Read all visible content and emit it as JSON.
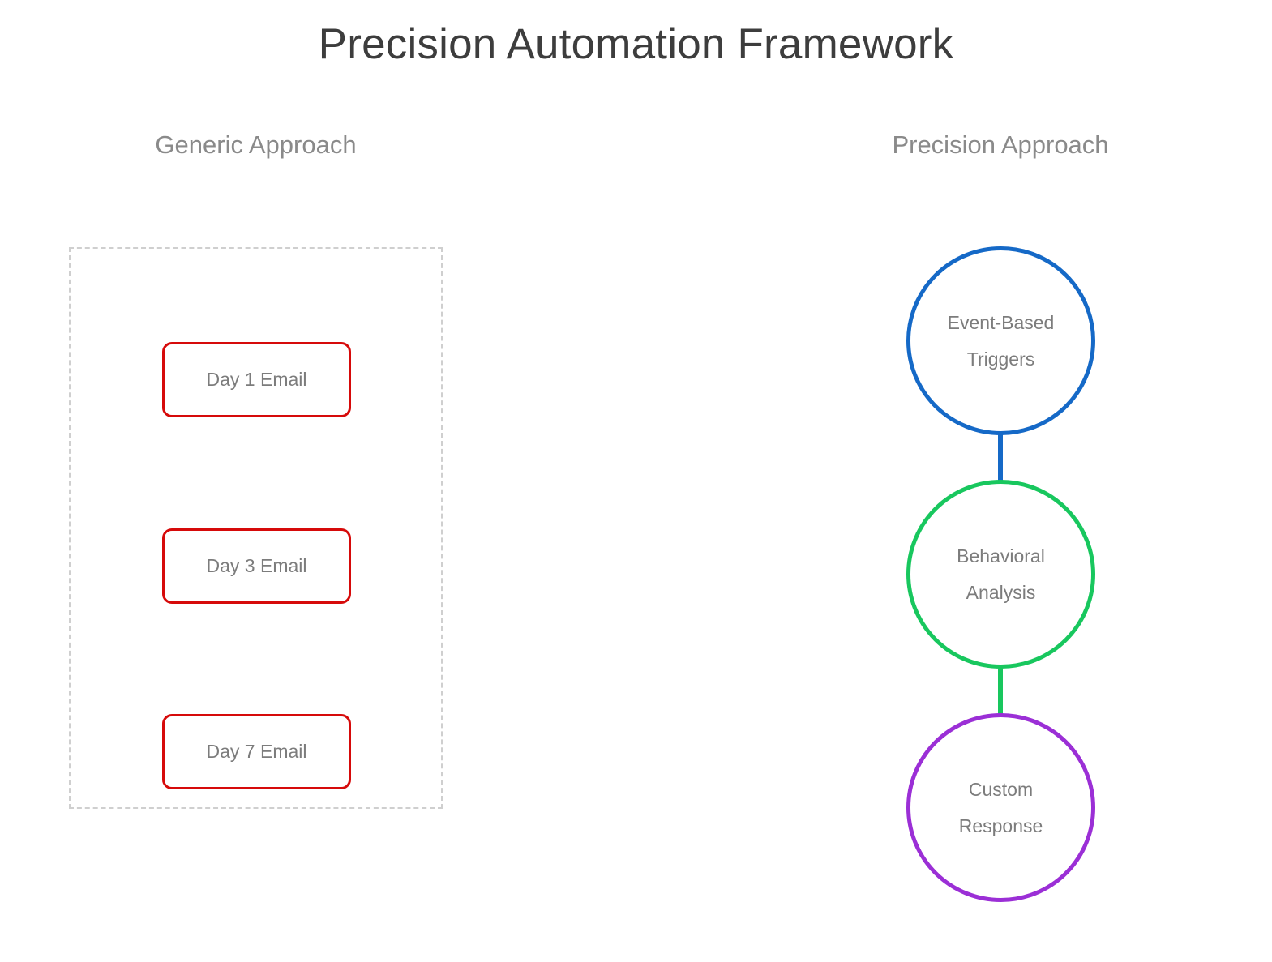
{
  "page": {
    "title": "Precision Automation Framework",
    "background_color": "#ffffff",
    "title_color": "#3d3d3d"
  },
  "columns": {
    "left": {
      "heading": "Generic Approach",
      "heading_color": "#8a8a8a",
      "container": {
        "name": "generic-approach-container",
        "border_style": "dashed",
        "border_color": "#cfcfcf"
      },
      "items": [
        {
          "label": "Day 1 Email",
          "border_color": "#d60a0a",
          "text_color": "#7c7c7c"
        },
        {
          "label": "Day 3 Email",
          "border_color": "#d60a0a",
          "text_color": "#7c7c7c"
        },
        {
          "label": "Day 7 Email",
          "border_color": "#d60a0a",
          "text_color": "#7c7c7c"
        }
      ]
    },
    "right": {
      "heading": "Precision Approach",
      "heading_color": "#8a8a8a",
      "stages": [
        {
          "line1": "Event-Based",
          "line2": "Triggers",
          "circle_color": "#1569c7",
          "text_color": "#7c7c7c"
        },
        {
          "line1": "Behavioral",
          "line2": "Analysis",
          "circle_color": "#18c75e",
          "text_color": "#7c7c7c"
        },
        {
          "line1": "Custom",
          "line2": "Response",
          "circle_color": "#9b2fd6",
          "text_color": "#7c7c7c"
        }
      ],
      "connectors": [
        {
          "from": "Event-Based Triggers",
          "to": "Behavioral Analysis",
          "color": "#1569c7"
        },
        {
          "from": "Behavioral Analysis",
          "to": "Custom Response",
          "color": "#18c75e"
        }
      ]
    }
  }
}
